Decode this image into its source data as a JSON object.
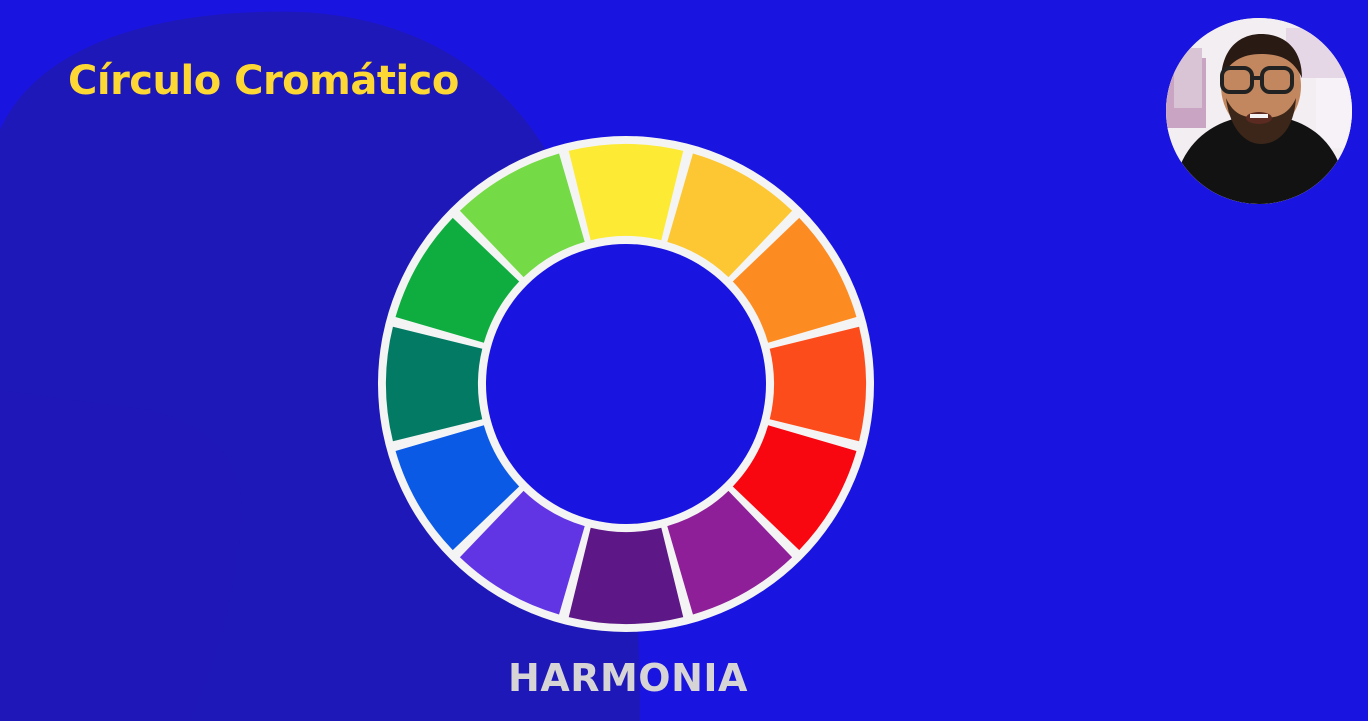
{
  "title": "Círculo Cromático",
  "label": "HARMONIA",
  "colors": {
    "background": "#1a14e0",
    "background_shape": "#1f18b8",
    "title": "#fdd835",
    "label": "#d7d4d6",
    "wheel_border": "#f4f4f4"
  },
  "wheel_segments": [
    {
      "name": "yellow",
      "color": "#fcea34"
    },
    {
      "name": "yellow-orange",
      "color": "#fcc732"
    },
    {
      "name": "orange",
      "color": "#fc8c21"
    },
    {
      "name": "red-orange",
      "color": "#fc4c1c"
    },
    {
      "name": "red",
      "color": "#f80710"
    },
    {
      "name": "red-violet",
      "color": "#8e1f98"
    },
    {
      "name": "violet",
      "color": "#5e1787"
    },
    {
      "name": "blue-violet",
      "color": "#6235e4"
    },
    {
      "name": "blue",
      "color": "#0a5ae6"
    },
    {
      "name": "blue-green",
      "color": "#037a64"
    },
    {
      "name": "green",
      "color": "#0fad3f"
    },
    {
      "name": "yellow-green",
      "color": "#74da45"
    }
  ],
  "presenter_video": {
    "icon": "presenter-webcam"
  }
}
